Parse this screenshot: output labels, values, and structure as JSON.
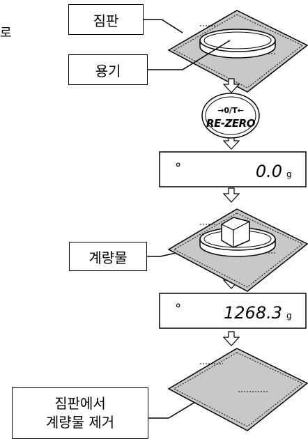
{
  "side_text": "로",
  "labels": {
    "pan": "짐판",
    "container": "용기",
    "sample": "계량물",
    "remove_line1": "짐판에서",
    "remove_line2": "계량물 제거"
  },
  "key": {
    "line1": "→0/T←",
    "line2": "RE-ZERO"
  },
  "displays": [
    {
      "indicator": "∘",
      "value": "0.0",
      "unit": "g"
    },
    {
      "indicator": "∘",
      "value": "1268.3",
      "unit": "g"
    }
  ]
}
